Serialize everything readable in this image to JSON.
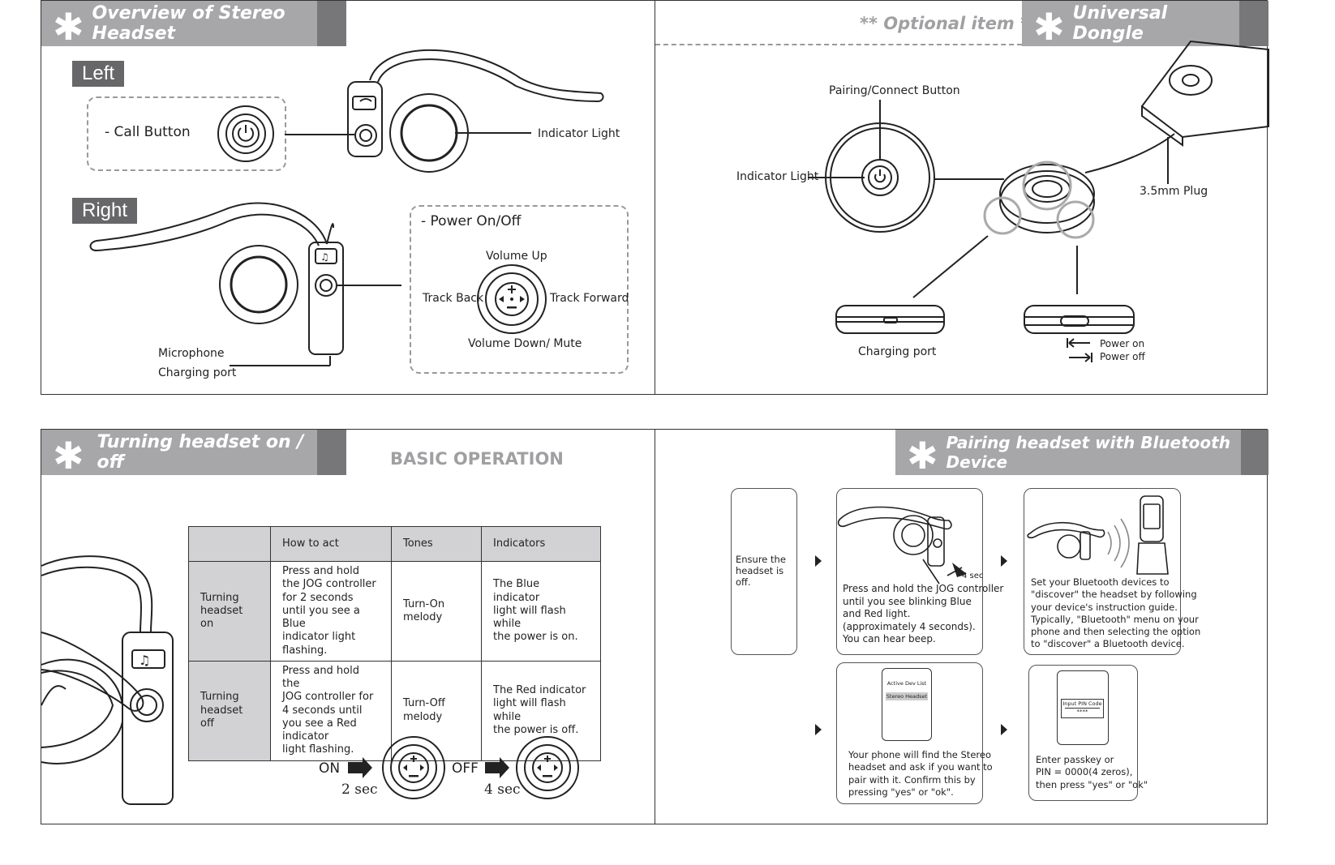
{
  "headset_overview": {
    "title": "Overview of Stereo Headset",
    "left_tag": "Left",
    "right_tag": "Right",
    "call_button": "- Call Button",
    "indicator_light": "Indicator Light",
    "power_onoff": "- Power On/Off",
    "volume_up": "Volume Up",
    "track_back": "Track Back",
    "track_forward": "Track Forward",
    "volume_down": "Volume Down/ Mute",
    "microphone": "Microphone",
    "charging_port": "Charging port"
  },
  "dongle": {
    "optional": "** Optional item **",
    "title": "Universal Dongle",
    "pairing_button": "Pairing/Connect Button",
    "indicator_light": "Indicator Light",
    "plug": "3.5mm Plug",
    "charging_port": "Charging port",
    "power_on": "Power on",
    "power_off": "Power off"
  },
  "turning": {
    "title": "Turning headset on / off",
    "section": "BASIC OPERATION",
    "table": {
      "headers": [
        "",
        "How to act",
        "Tones",
        "Indicators"
      ],
      "rows": [
        {
          "label": "Turning headset on",
          "how": [
            "Press and hold",
            "the JOG controller",
            "for 2 seconds",
            "until you see a Blue",
            "indicator light flashing."
          ],
          "tone": [
            "Turn-On",
            "melody"
          ],
          "indicator": [
            "The Blue indicator",
            "light will flash while",
            "the power is on."
          ]
        },
        {
          "label": "Turning headset off",
          "how": [
            "Press and hold the",
            "JOG controller for",
            "4 seconds until",
            "you see a Red indicator",
            "light flashing."
          ],
          "tone": [
            "Turn-Off",
            "melody"
          ],
          "indicator": [
            "The Red indicator",
            "light will flash while",
            "the power is off."
          ]
        }
      ]
    },
    "on_label": "ON",
    "on_time": "2 sec",
    "off_label": "OFF",
    "off_time": "4 sec"
  },
  "pairing": {
    "title": "Pairing headset with Bluetooth Device",
    "step1": "Ensure the headset is off.",
    "step2": [
      "Press and hold the JOG controller",
      "until you see blinking Blue",
      "and Red light.",
      "(approximately 4 seconds).",
      "You can hear beep."
    ],
    "step2_badge": "4 sec",
    "step3": [
      "Set your Bluetooth devices to",
      "\"discover\" the headset by following",
      "your device's instruction guide.",
      "Typically, \"Bluetooth\" menu on your",
      "phone and then selecting the option",
      "to \"discover\" a Bluetooth device."
    ],
    "step4_screen_title": "Active Dev List",
    "step4_screen_item": "Stereo Headset",
    "step4": [
      "Your phone will find the Stereo",
      "headset and ask if you want to",
      "pair with it. Confirm this by",
      "pressing \"yes\" or \"ok\"."
    ],
    "step5_screen_title": "Input PIN Code",
    "step5_screen_pin": "****",
    "step5": [
      "Enter passkey or",
      "PIN = 0000(4 zeros),",
      "then press \"yes\" or \"ok\""
    ]
  }
}
